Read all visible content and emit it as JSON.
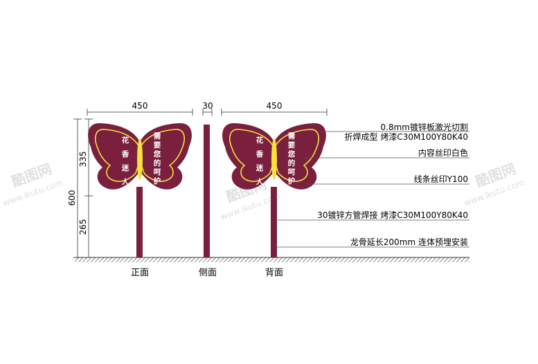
{
  "views": {
    "front": "正面",
    "side": "侧面",
    "back": "背面"
  },
  "dimensions": {
    "front_width": "450",
    "side_width": "30",
    "back_width": "450",
    "total_height": "600",
    "panel_height": "335",
    "post_height": "265"
  },
  "sign": {
    "left_text": [
      "花",
      "香",
      "迷",
      "人"
    ],
    "right_text": [
      "需",
      "要",
      "您",
      "的",
      "呵",
      "护"
    ]
  },
  "notes": [
    "0.8mm镀锌板激光切割",
    "折焊成型 烤漆C30M100Y80K40",
    "内容丝印白色",
    "线条丝印Y100",
    "30镀锌方管焊接 烤漆C30M100Y80K40",
    "龙骨延长200mm 连体预埋安装"
  ],
  "watermark": {
    "brand": "酷图网",
    "url": "www.ikutu.com"
  },
  "colors": {
    "panel": "#7a1f3d",
    "line": "#f5e23c",
    "accent": "#f5e23c",
    "dim": "#333333"
  }
}
